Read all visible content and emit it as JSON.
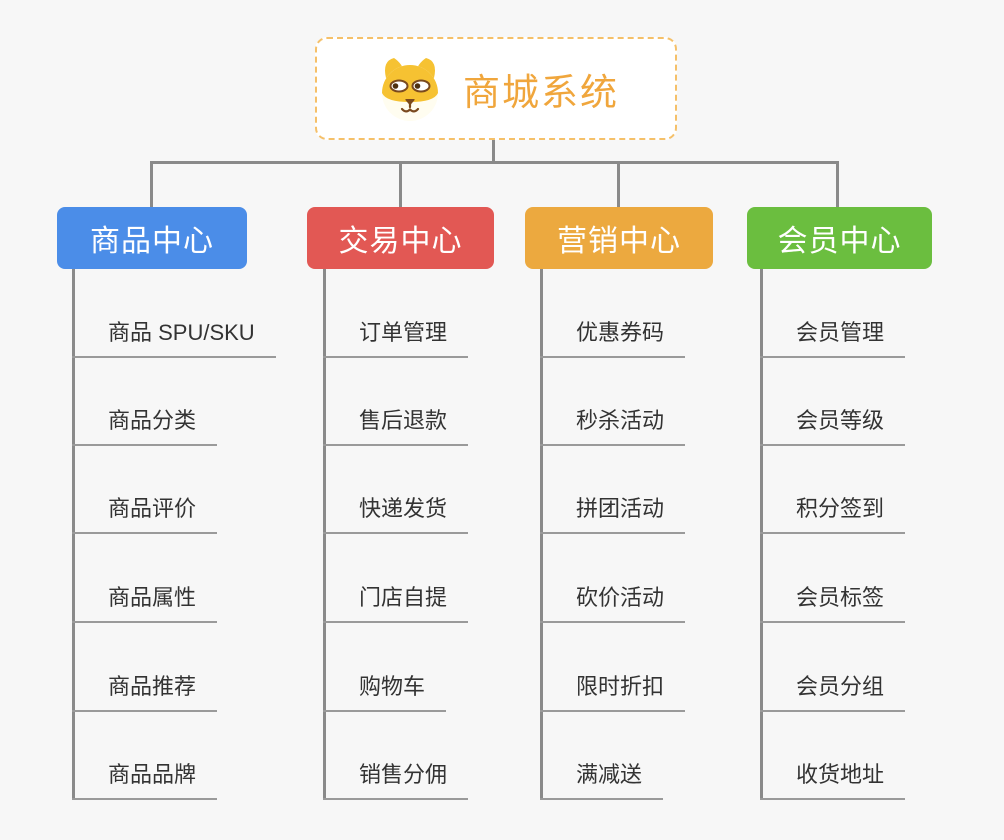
{
  "root": {
    "title": "商城系统",
    "icon": "dog-face-icon"
  },
  "branches": [
    {
      "label": "商品中心",
      "color": "#4b8de8",
      "items": [
        "商品 SPU/SKU",
        "商品分类",
        "商品评价",
        "商品属性",
        "商品推荐",
        "商品品牌"
      ]
    },
    {
      "label": "交易中心",
      "color": "#e25854",
      "items": [
        "订单管理",
        "售后退款",
        "快递发货",
        "门店自提",
        "购物车",
        "销售分佣"
      ]
    },
    {
      "label": "营销中心",
      "color": "#eca93f",
      "items": [
        "优惠券码",
        "秒杀活动",
        "拼团活动",
        "砍价活动",
        "限时折扣",
        "满减送"
      ]
    },
    {
      "label": "会员中心",
      "color": "#6bbe3f",
      "items": [
        "会员管理",
        "会员等级",
        "积分签到",
        "会员标签",
        "会员分组",
        "收货地址"
      ]
    }
  ],
  "colors": {
    "background": "#f7f7f7",
    "connector": "#8a8a8a",
    "leaf_underline": "#9a9a9a",
    "leaf_text": "#333333",
    "root_border": "#f5c069",
    "root_text": "#f0a63c"
  }
}
